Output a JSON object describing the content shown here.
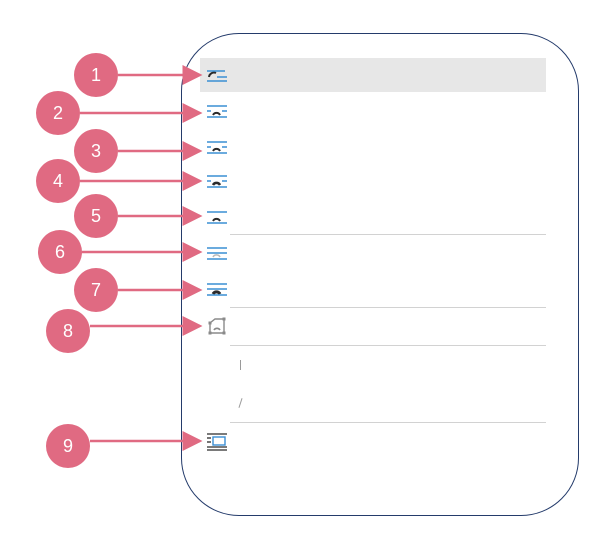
{
  "menu": {
    "items": [
      {
        "icon": "arc-above-line-icon",
        "label": "",
        "selected": true
      },
      {
        "icon": "arc-centered-lines-icon",
        "label": "",
        "selected": false
      },
      {
        "icon": "arc-centered-lines-icon",
        "label": "",
        "selected": false
      },
      {
        "icon": "arc-centered-bold-icon",
        "label": "",
        "selected": false
      },
      {
        "icon": "arc-on-line-icon",
        "label": "",
        "selected": false
      },
      {
        "icon": "arc-faint-lines-icon",
        "label": "",
        "selected": false
      },
      {
        "icon": "arc-bold-lines-icon",
        "label": "",
        "selected": false
      },
      {
        "icon": "edit-wrap-points-icon",
        "label": "",
        "selected": false
      },
      {
        "icon": "wrap-options-icon",
        "label": "",
        "selected": false
      }
    ]
  },
  "callouts": [
    "1",
    "2",
    "3",
    "4",
    "5",
    "6",
    "7",
    "8",
    "9"
  ],
  "colors": {
    "callout": "#e06a82",
    "icon_blue": "#3a8fd4",
    "icon_dark": "#2b2b2b",
    "panel_border": "#243b6b",
    "selected_row": "#e7e7e7"
  }
}
